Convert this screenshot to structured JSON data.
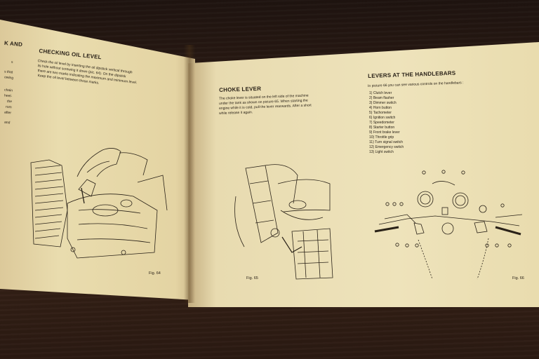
{
  "left_page": {
    "cut_heading": "K AND",
    "cut_fragments": [
      "s",
      "s that",
      "owing",
      "chain",
      "heel-",
      "the",
      "rom",
      "after",
      "and"
    ],
    "heading": "CHECKING OIL LEVEL",
    "paragraph_lines": [
      "Check the oil level by inserting the oil dipstick vertical through",
      "its hole without screwing it down (pic. 64). On the dipstick",
      "there are two marks indicating the maximum and minimum level.",
      "Keep the oil level between those marks."
    ],
    "figure_label": "Fig. 64"
  },
  "middle_section": {
    "heading": "CHOKE LEVER",
    "paragraph_lines": [
      "The choke lever is situated on the left side of the machine",
      "under the tank as shown on picture 65. When starting the",
      "engine while it is cold, pull the lever rearwards. After a short",
      "while release it again."
    ],
    "figure_label": "Fig. 65"
  },
  "right_section": {
    "heading": "LEVERS AT THE HANDLEBARS",
    "intro": "In picture 66 you can see various controls on the handlebars :",
    "controls": [
      "1) Clutch lever",
      "2) Beam flasher",
      "3) Dimmer switch",
      "4) Horn button",
      "5) Tachometer",
      "6) Ignition switch",
      "7) Speedometer",
      "8) Starter button",
      "9) Front brake lever",
      "10) Throttle grip",
      "11) Turn signal switch",
      "12) Emergency switch",
      "13) Light switch"
    ],
    "figure_label": "Fig. 66"
  },
  "colors": {
    "paper": "#e9dcae",
    "ink": "#2a2218",
    "table": "#2a1a12"
  }
}
